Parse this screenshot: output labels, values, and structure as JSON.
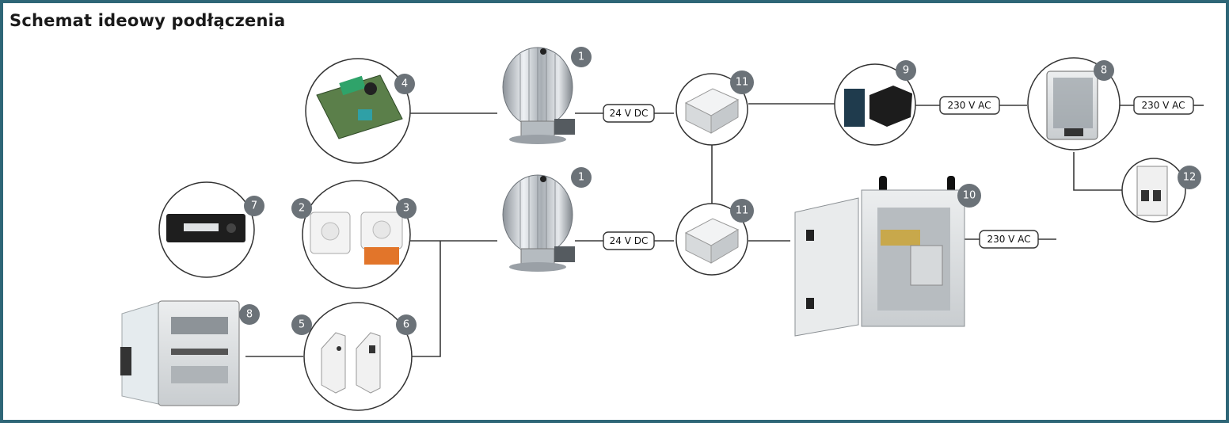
{
  "title": "Schemat ideowy podłączenia",
  "labels": {
    "dc_top": "24 V DC",
    "dc_mid": "24 V DC",
    "ac_psu": "230 V AC",
    "ac_out_top": "230 V AC",
    "ac_cabinet": "230 V AC"
  },
  "badges": {
    "turbine_top": "1",
    "turbine_mid": "1",
    "dimmer_white": "2",
    "dimmer_orange": "3",
    "controller_board": "4",
    "din_module_a": "5",
    "din_module_b": "6",
    "remote_panel": "7",
    "distribution_box_small": "8",
    "distribution_box_large": "8",
    "power_supply": "9",
    "cabinet": "10",
    "junction_box_top": "11",
    "junction_box_mid": "11",
    "circuit_breaker": "12"
  },
  "colors": {
    "frame": "#2e6677",
    "badge": "#6b7278",
    "line": "#3a3a3a"
  }
}
